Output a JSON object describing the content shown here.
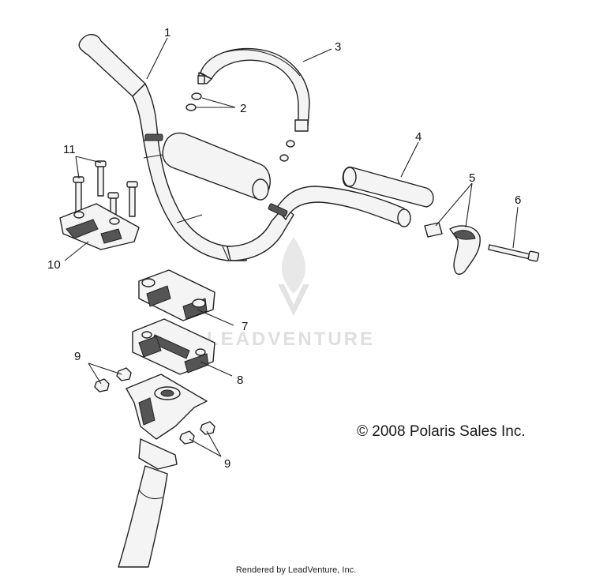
{
  "callouts": [
    {
      "id": "1",
      "label": "1"
    },
    {
      "id": "2",
      "label": "2"
    },
    {
      "id": "3",
      "label": "3"
    },
    {
      "id": "4",
      "label": "4"
    },
    {
      "id": "5",
      "label": "5"
    },
    {
      "id": "6",
      "label": "6"
    },
    {
      "id": "7",
      "label": "7"
    },
    {
      "id": "8",
      "label": "8"
    },
    {
      "id": "9a",
      "label": "9"
    },
    {
      "id": "9b",
      "label": "9"
    },
    {
      "id": "10",
      "label": "10"
    },
    {
      "id": "11",
      "label": "11"
    }
  ],
  "copyright": "© 2008 Polaris Sales Inc.",
  "watermark": "LEADVENTURE",
  "footer": "Rendered by LeadVenture, Inc."
}
